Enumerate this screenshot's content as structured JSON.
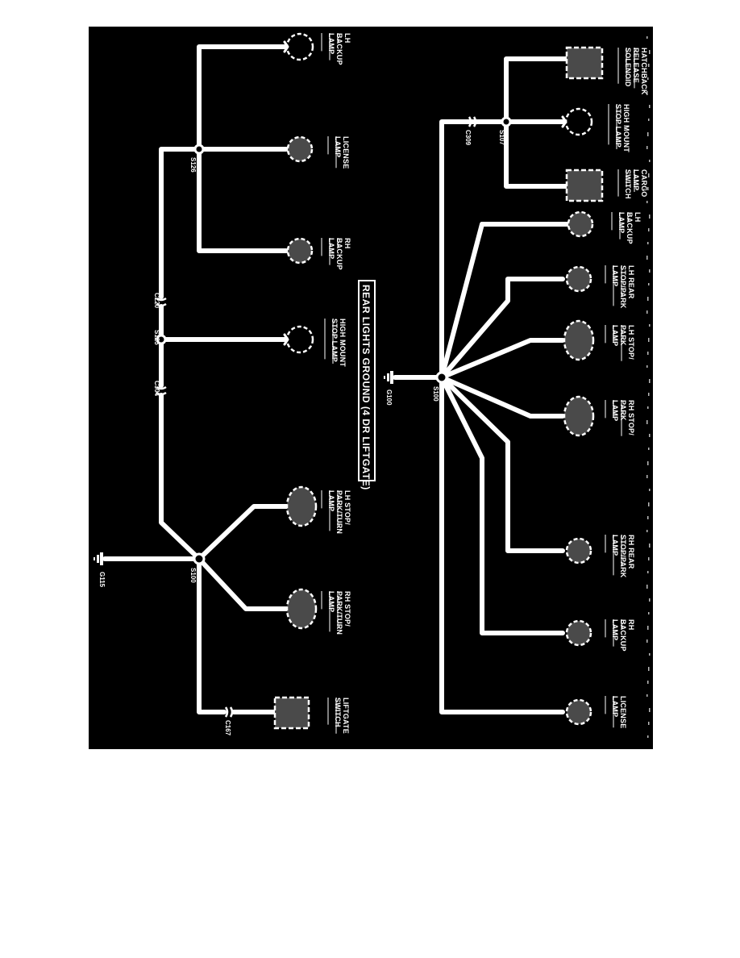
{
  "diagram": {
    "title": "REAR LIGHTS GROUND (4 DR LIFTGATE)",
    "colors": {
      "background": "#000000",
      "wire": "#ffffff",
      "component_fill": "#4a4a4a",
      "page": "#ffffff"
    },
    "upper_circuit": {
      "ground": "G100",
      "main_splice": "S100",
      "splice_2": "S107",
      "connector": "C309",
      "components": [
        {
          "id": "hatchback-release-solenoid",
          "lines": [
            "HATCHBACK",
            "RELEASE",
            "SOLENOID"
          ]
        },
        {
          "id": "high-mount-stop-lamp",
          "lines": [
            "HIGH MOUNT",
            "STOP LAMP"
          ]
        },
        {
          "id": "cargo-lamp-switch",
          "lines": [
            "CARGO",
            "LAMP",
            "SWITCH"
          ]
        },
        {
          "id": "lh-backup-lamp",
          "lines": [
            "LH",
            "BACKUP",
            "LAMP"
          ]
        },
        {
          "id": "lh-rear-stop-park-lamp",
          "lines": [
            "LH REAR",
            "STOP/PARK",
            "LAMP"
          ]
        },
        {
          "id": "lh-stop-park-lamp",
          "lines": [
            "LH STOP/",
            "PARK",
            "LAMP"
          ]
        },
        {
          "id": "rh-stop-park-lamp",
          "lines": [
            "RH STOP/",
            "PARK",
            "LAMP"
          ]
        },
        {
          "id": "rh-rear-stop-park-lamp",
          "lines": [
            "RH REAR",
            "STOP/PARK",
            "LAMP"
          ]
        },
        {
          "id": "rh-backup-lamp",
          "lines": [
            "RH",
            "BACKUP",
            "LAMP"
          ]
        },
        {
          "id": "license-lamp",
          "lines": [
            "LICENSE",
            "LAMP"
          ]
        }
      ]
    },
    "lower_circuit": {
      "ground": "G115",
      "main_splice": "S100",
      "splice_126": "S126",
      "splice_125": "S125",
      "connectors": {
        "c220": "C220",
        "c304": "C304",
        "c167": "C167"
      },
      "components": [
        {
          "id": "lh-backup-lamp",
          "lines": [
            "LH",
            "BACKUP",
            "LAMP"
          ]
        },
        {
          "id": "license-lamp",
          "lines": [
            "LICENSE",
            "LAMP"
          ]
        },
        {
          "id": "rh-backup-lamp",
          "lines": [
            "RH",
            "BACKUP",
            "LAMP"
          ]
        },
        {
          "id": "high-mount-stop-lamp",
          "lines": [
            "HIGH MOUNT",
            "STOP LAMP"
          ]
        },
        {
          "id": "lh-stop-park-turn-lamp",
          "lines": [
            "LH STOP/",
            "PARK/TURN",
            "LAMP"
          ]
        },
        {
          "id": "rh-stop-park-turn-lamp",
          "lines": [
            "RH STOP/",
            "PARK/TURN",
            "LAMP"
          ]
        },
        {
          "id": "liftgate-switch",
          "lines": [
            "LIFTGATE",
            "SWITCH"
          ]
        }
      ]
    }
  }
}
